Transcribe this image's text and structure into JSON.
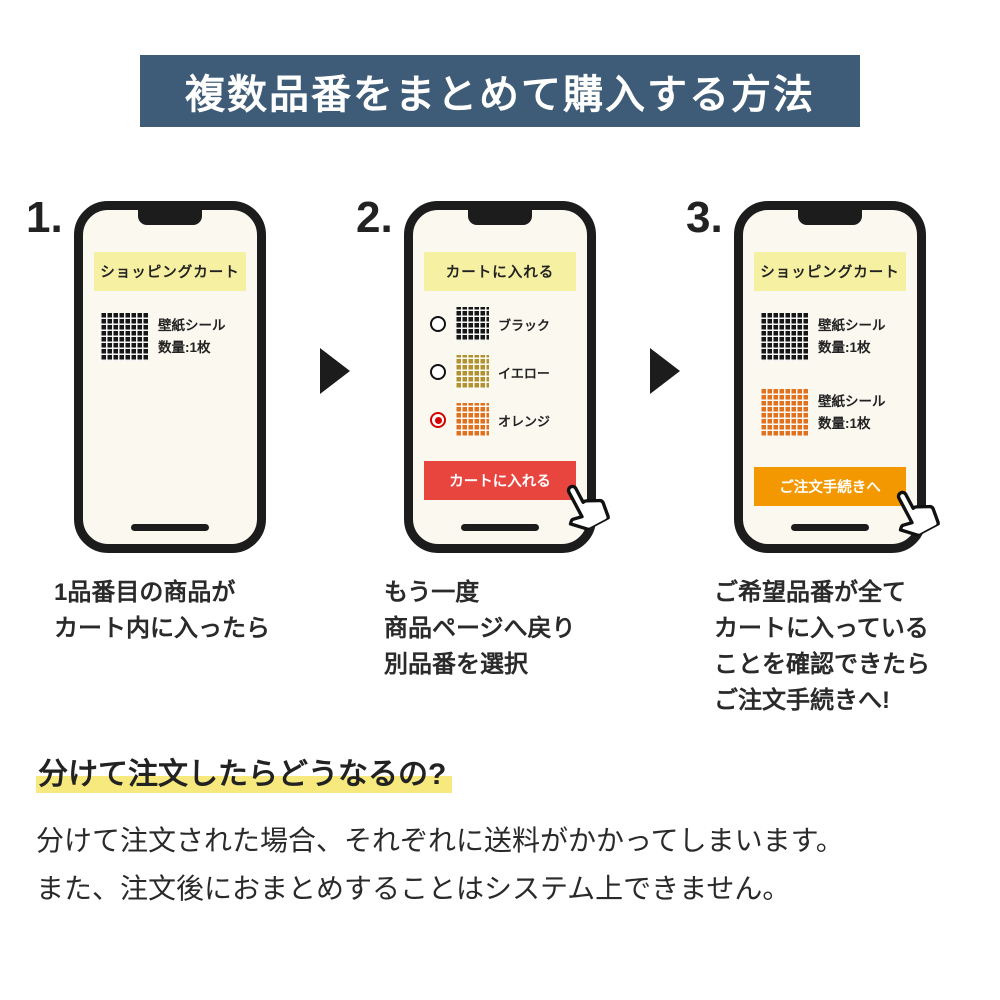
{
  "header": {
    "title": "複数品番をまとめて購入する方法"
  },
  "steps": [
    {
      "number": "1.",
      "screen_title": "ショッピングカート",
      "items": [
        {
          "name": "壁紙シール",
          "qty": "数量:1枚",
          "swatch": "black"
        }
      ],
      "caption_lines": [
        "1品番目の商品が",
        "カート内に入ったら"
      ]
    },
    {
      "number": "2.",
      "screen_title": "カートに入れる",
      "options": [
        {
          "label": "ブラック",
          "swatch": "black",
          "selected": false
        },
        {
          "label": "イエロー",
          "swatch": "yellow",
          "selected": false
        },
        {
          "label": "オレンジ",
          "swatch": "orange",
          "selected": true
        }
      ],
      "button": {
        "label": "カートに入れる",
        "color": "#e8453e"
      },
      "caption_lines": [
        "もう一度",
        "商品ページへ戻り",
        "別品番を選択"
      ]
    },
    {
      "number": "3.",
      "screen_title": "ショッピングカート",
      "items": [
        {
          "name": "壁紙シール",
          "qty": "数量:1枚",
          "swatch": "black"
        },
        {
          "name": "壁紙シール",
          "qty": "数量:1枚",
          "swatch": "orange"
        }
      ],
      "button": {
        "label": "ご注文手続きへ",
        "color": "#f39800"
      },
      "caption_lines": [
        "ご希望品番が全て",
        "カートに入っている",
        "ことを確認できたら",
        "ご注文手続きへ!"
      ]
    }
  ],
  "footer": {
    "question": "分けて注文したらどうなるの?",
    "lines": [
      "分けて注文された場合、それぞれに送料がかかってしまいます。",
      "また、注文後におまとめすることはシステム上できません。"
    ]
  },
  "colors": {
    "header_bg": "#3e5c77",
    "screen_banner_bg": "#f6f0a2",
    "highlight_yellow": "#f7e97d",
    "red_button": "#e8453e",
    "orange_button": "#f39800",
    "swatch_black": "#161616",
    "swatch_yellow": "#b2922f",
    "swatch_orange": "#e0711d",
    "radio_selected": "#d40000"
  },
  "icons": {
    "step_arrow": "right-pointing-triangle",
    "hand_cursor": "pointer-hand",
    "radio_unselected": "empty-circle",
    "radio_selected": "red-dot-circle"
  }
}
